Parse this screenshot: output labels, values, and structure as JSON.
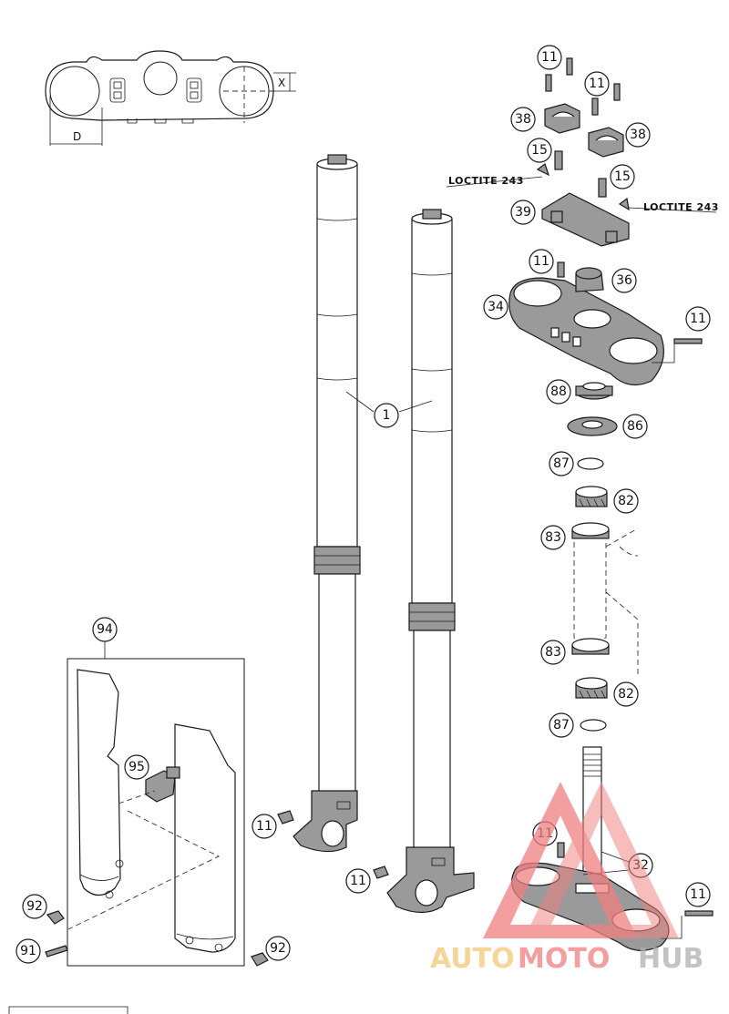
{
  "callouts": {
    "c1": "1",
    "c11a": "11",
    "c11b": "11",
    "c11c": "11",
    "c11d": "11",
    "c11e": "11",
    "c11f": "11",
    "c11g": "11",
    "c11h": "11",
    "c15a": "15",
    "c15b": "15",
    "c32": "32",
    "c34": "34",
    "c36": "36",
    "c38a": "38",
    "c38b": "38",
    "c39": "39",
    "c82a": "82",
    "c82b": "82",
    "c83a": "83",
    "c83b": "83",
    "c86": "86",
    "c87a": "87",
    "c87b": "87",
    "c88": "88",
    "c91": "91",
    "c92a": "92",
    "c92b": "92",
    "c94": "94",
    "c95": "95"
  },
  "notes": {
    "loctite_left": "LOCTITE 243",
    "loctite_right": "LOCTITE 243"
  },
  "dimensions": {
    "d": "D",
    "x": "X"
  },
  "watermark": {
    "part_auto": "AUTO",
    "part_moto": "MOTO",
    "part_hub": "HUB",
    "color_auto": "#f5c878",
    "color_moto": "#f08080",
    "color_hub": "#b0b0b0"
  }
}
